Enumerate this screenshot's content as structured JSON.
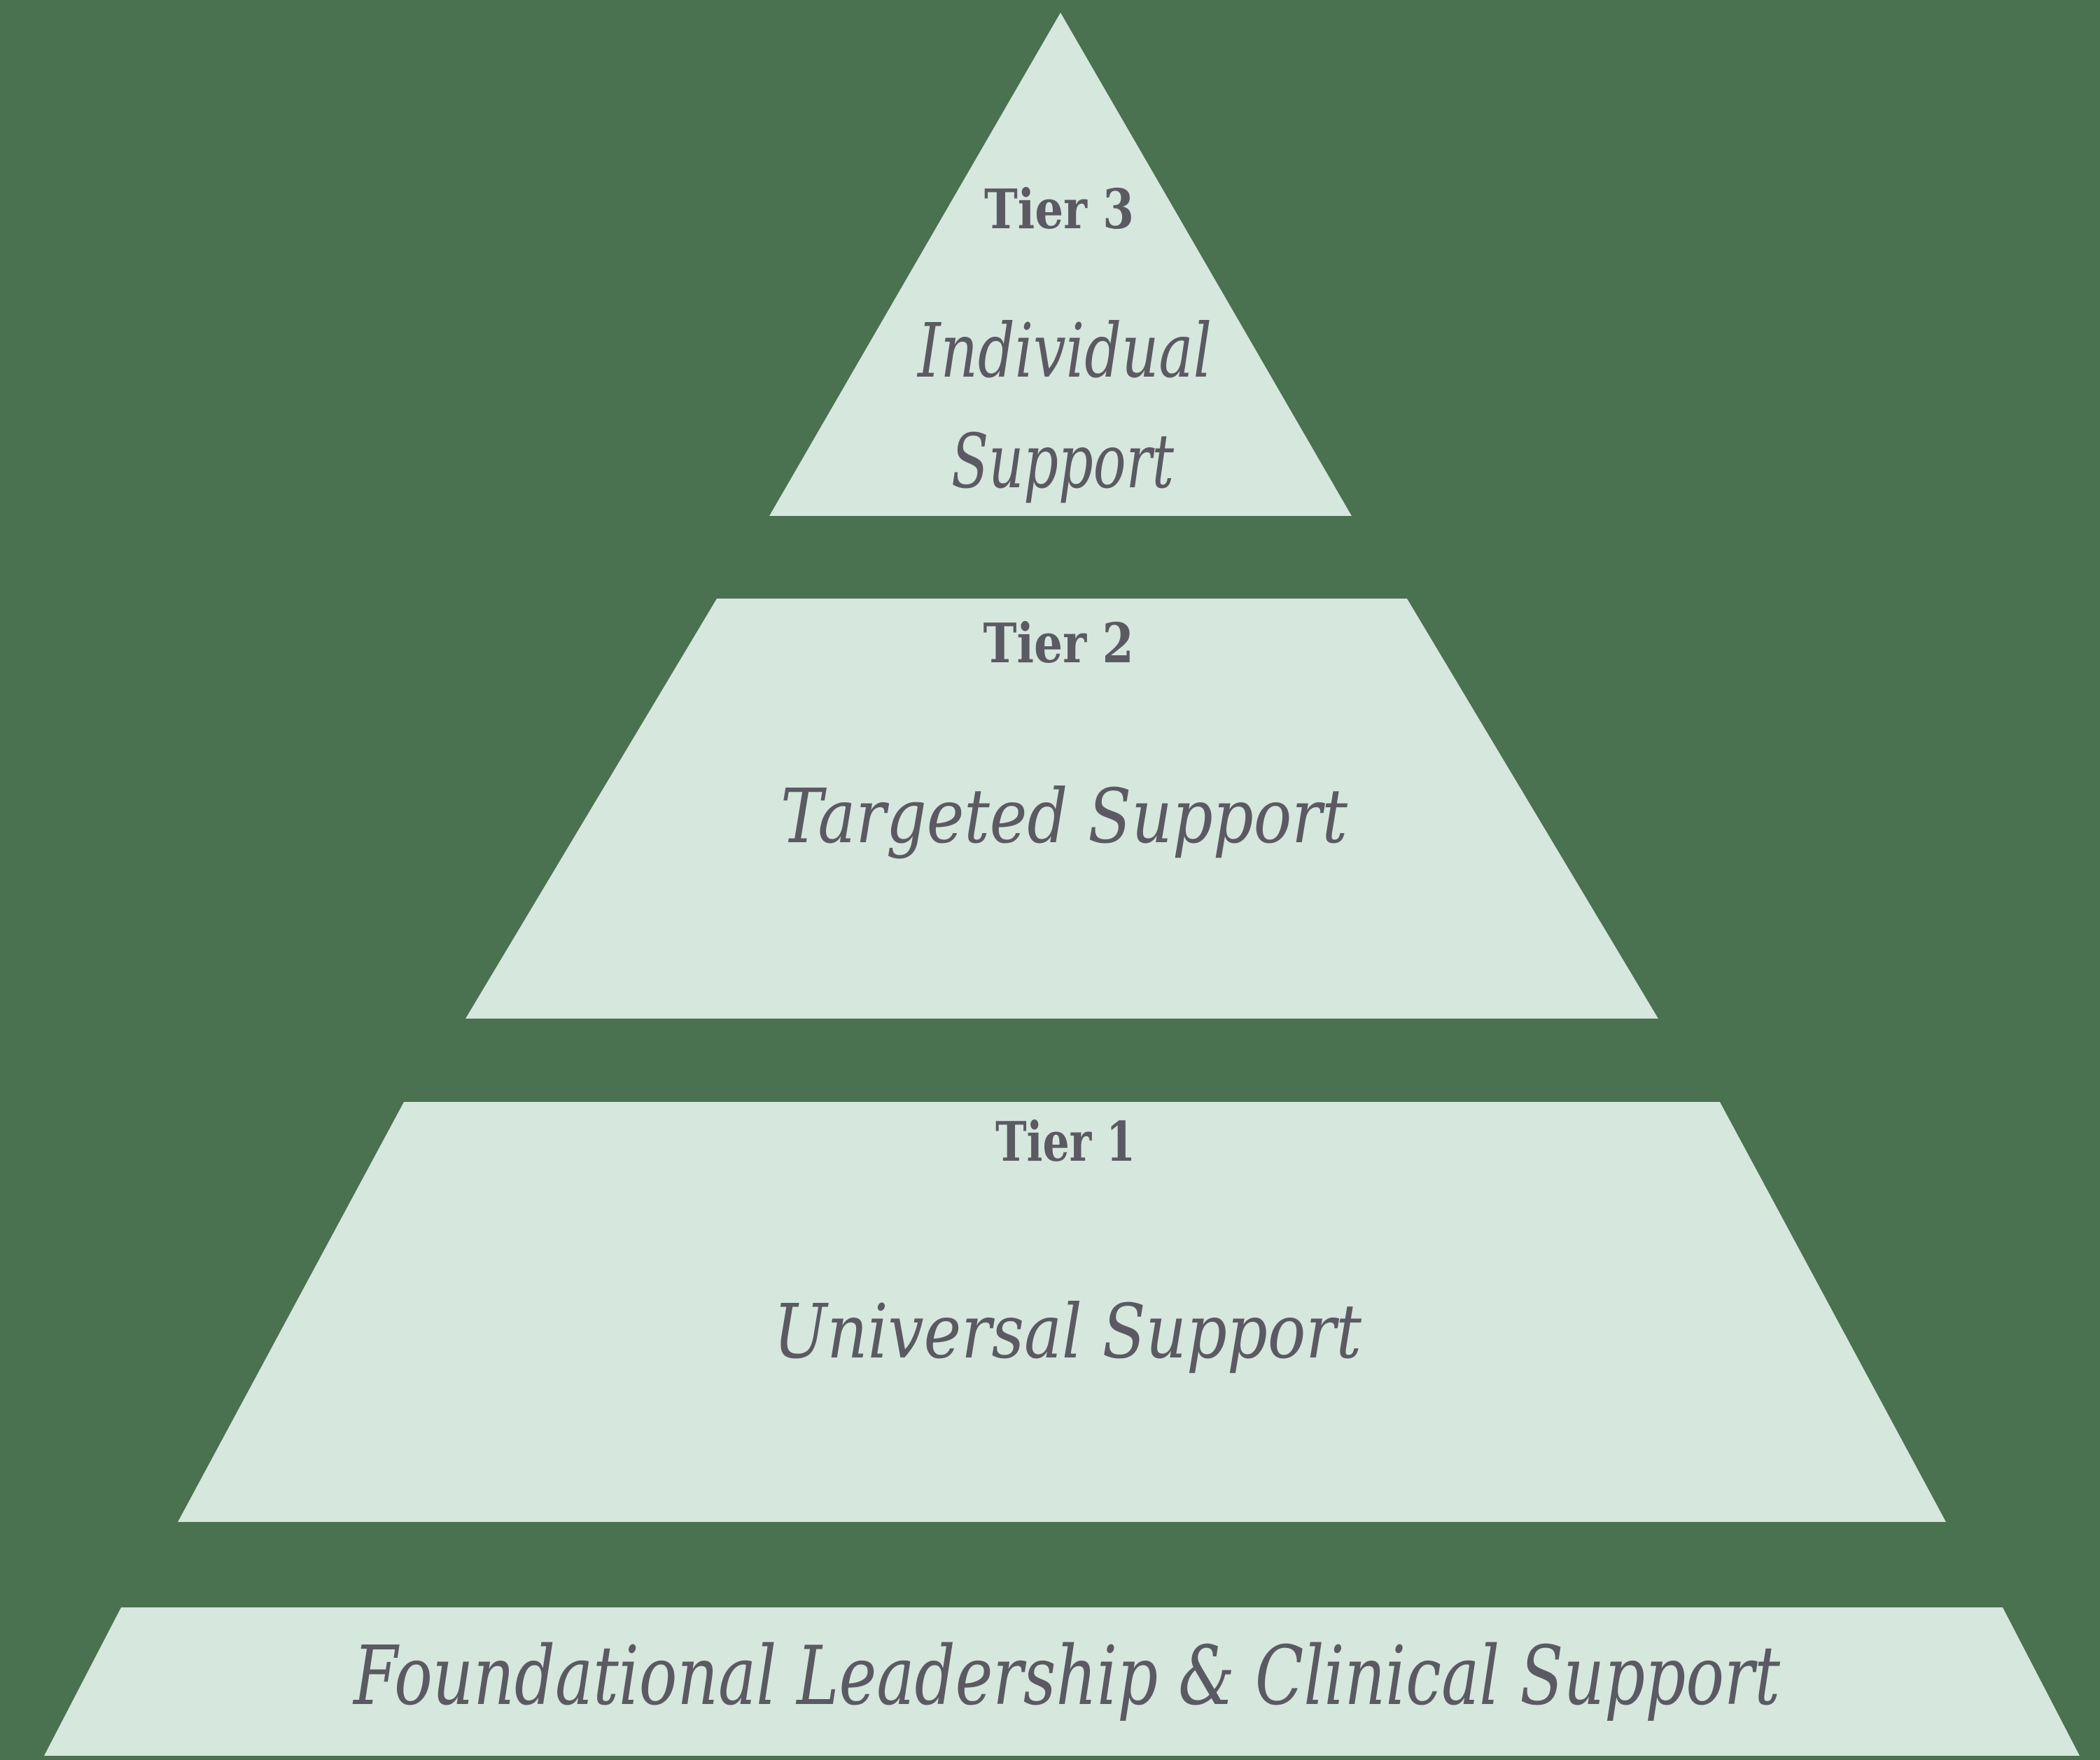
{
  "diagram": {
    "type": "pyramid",
    "colors": {
      "background": "#4a7150",
      "segment": "#d6e7dd",
      "text": "#5b5a63"
    },
    "tiers": [
      {
        "tier": "Tier 3",
        "lines": [
          "Individual",
          "Support"
        ]
      },
      {
        "tier": "Tier 2",
        "lines": [
          "Targeted Support"
        ]
      },
      {
        "tier": "Tier 1",
        "lines": [
          "Universal Support"
        ]
      },
      {
        "lines": [
          "Foundational Leadership & Clinical Support"
        ]
      }
    ]
  }
}
